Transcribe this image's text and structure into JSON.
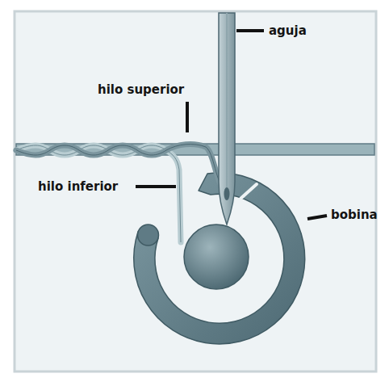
{
  "diagram": {
    "labels": [
      "aguja",
      "hilo superior",
      "hilo inferior",
      "bobina"
    ]
  }
}
